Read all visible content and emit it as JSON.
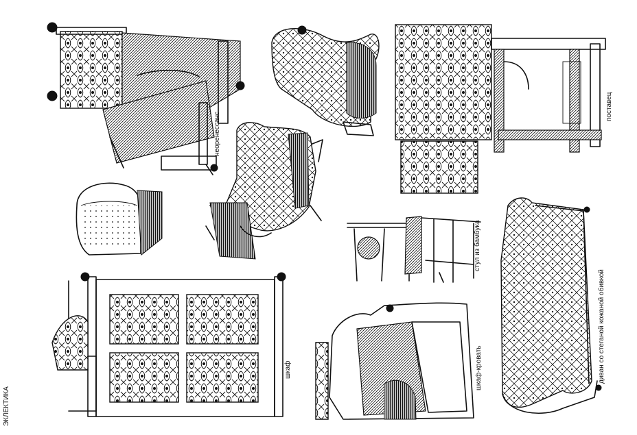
{
  "labels": {
    "neorenaissance": "неоренессанс",
    "postavets": "поставец",
    "bamboo_chair": "стул из бамбука",
    "sofa": "диван со стеганой кожаной обивкой",
    "wardrobe": "шкаф",
    "wardrobe_bed": "шкаф-кровать",
    "eclecticism": "ЭКЛЕКТИКА"
  }
}
